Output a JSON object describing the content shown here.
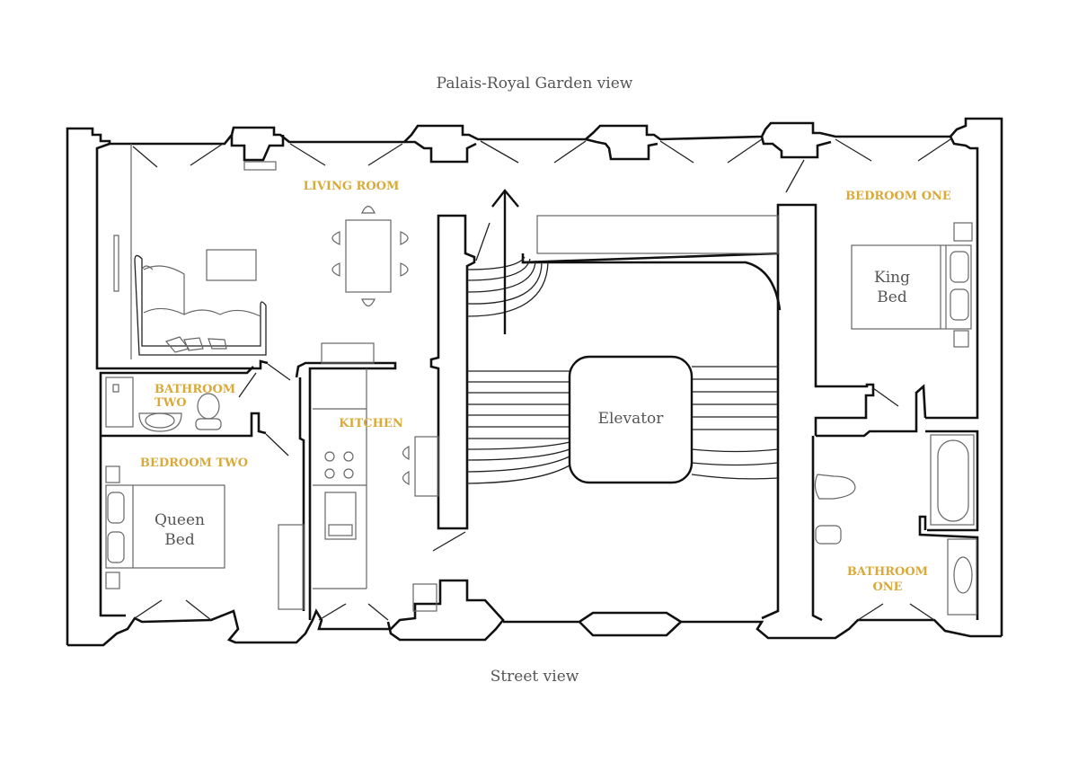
{
  "captions": {
    "top": "Palais-Royal Garden view",
    "bottom": "Street view"
  },
  "rooms": {
    "living_room": "LIVING ROOM",
    "bedroom_one": "BEDROOM ONE",
    "bathroom_two_line1": "BATHROOM",
    "bathroom_two_line2": "TWO",
    "kitchen": "KITCHEN",
    "bedroom_two": "BEDROOM TWO",
    "bathroom_one_line1": "BATHROOM",
    "bathroom_one_line2": "ONE"
  },
  "furniture": {
    "king_bed_line1": "King",
    "king_bed_line2": "Bed",
    "queen_bed_line1": "Queen",
    "queen_bed_line2": "Bed",
    "elevator": "Elevator"
  },
  "colors": {
    "room_label": "#d9aa3a",
    "caption": "#555555",
    "wall": "#111111"
  }
}
